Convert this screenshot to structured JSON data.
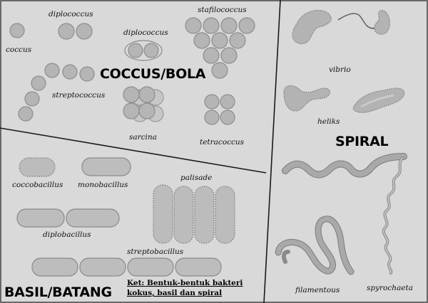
{
  "sections": {
    "coccus": "COCCUS/BOLA",
    "spiral": "SPIRAL",
    "basil": "BASIL/BATANG"
  },
  "labels": {
    "coccus": "coccus",
    "diplococcus_top": "diplococcus",
    "diplococcus_caps": "diplococcus",
    "stafilococcus": "stafilococcus",
    "streptococcus": "streptococcus",
    "sarcina": "sarcina",
    "tetracoccus": "tetracoccus",
    "vibrio": "vibrio",
    "heliks": "heliks",
    "coccobacillus": "coccobacillus",
    "monobacillus": "monobacillus",
    "palisade": "palisade",
    "diplobacillus": "diplobacillus",
    "streptobacillus": "streptobacillus",
    "filamentous": "filamentous",
    "spyrochaeta": "spyrochaeta"
  },
  "note": {
    "line1": "Ket: Bentuk-bentuk bakteri",
    "line2": "kokus, basil dan spiral"
  }
}
